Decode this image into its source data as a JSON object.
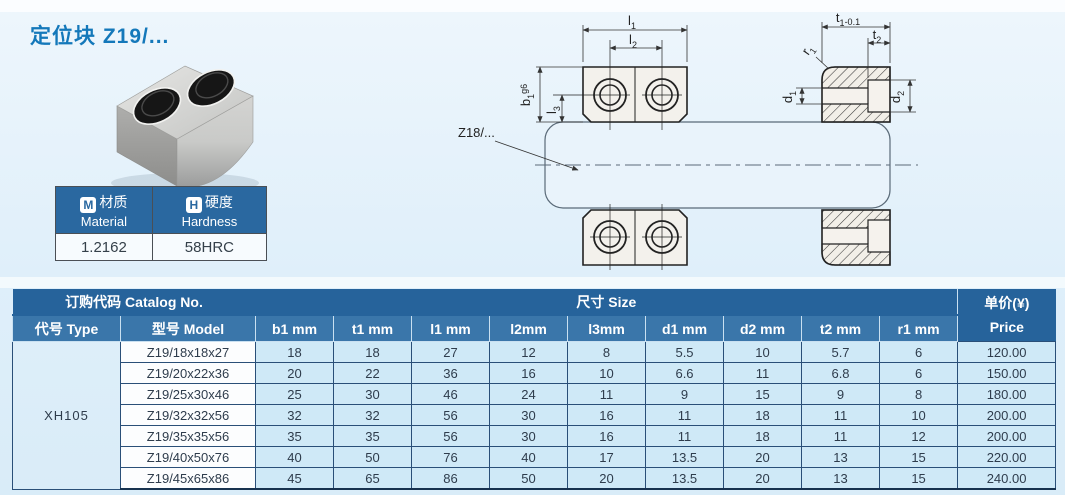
{
  "page": {
    "title": "定位块 Z19/...",
    "colors": {
      "accent": "#1478ba",
      "header_blue": "#26639b",
      "subheader_blue": "#3a76aa",
      "cell_blue": "#cfe9f7",
      "background": "#dfeffa"
    }
  },
  "material_table": {
    "columns": [
      {
        "badge": "M",
        "zh": "材质",
        "en": "Material",
        "value": "1.2162"
      },
      {
        "badge": "H",
        "zh": "硬度",
        "en": "Hardness",
        "value": "58HRC"
      }
    ]
  },
  "drawing": {
    "ref_label": "Z18/...",
    "dims": {
      "l1": {
        "base": "l",
        "sub": "1"
      },
      "l2": {
        "base": "l",
        "sub": "2"
      },
      "l3": {
        "base": "l",
        "sub": "3"
      },
      "b1": {
        "base": "b",
        "sub": "1",
        "tol": "g6"
      },
      "t1": {
        "base": "t",
        "sub": "1",
        "tol": "-0.1"
      },
      "t2": {
        "base": "t",
        "sub": "2"
      },
      "r1": {
        "base": "r",
        "sub": "1"
      },
      "d1": {
        "base": "d",
        "sub": "1"
      },
      "d2": {
        "base": "d",
        "sub": "2"
      }
    }
  },
  "table": {
    "header": {
      "catalog": "订购代码 Catalog No.",
      "size": "尺寸 Size",
      "price_zh": "单价(¥)",
      "price_en": "Price",
      "type": "代号 Type",
      "model": "型号 Model",
      "dims": [
        "b1 mm",
        "t1 mm",
        "l1 mm",
        "l2mm",
        "l3mm",
        "d1 mm",
        "d2 mm",
        "t2 mm",
        "r1 mm"
      ]
    },
    "type_code": "XH105",
    "rows": [
      {
        "model": "Z19/18x18x27",
        "values": [
          "18",
          "18",
          "27",
          "12",
          "8",
          "5.5",
          "10",
          "5.7",
          "6"
        ],
        "price": "120.00"
      },
      {
        "model": "Z19/20x22x36",
        "values": [
          "20",
          "22",
          "36",
          "16",
          "10",
          "6.6",
          "11",
          "6.8",
          "6"
        ],
        "price": "150.00"
      },
      {
        "model": "Z19/25x30x46",
        "values": [
          "25",
          "30",
          "46",
          "24",
          "11",
          "9",
          "15",
          "9",
          "8"
        ],
        "price": "180.00"
      },
      {
        "model": "Z19/32x32x56",
        "values": [
          "32",
          "32",
          "56",
          "30",
          "16",
          "11",
          "18",
          "11",
          "10"
        ],
        "price": "200.00"
      },
      {
        "model": "Z19/35x35x56",
        "values": [
          "35",
          "35",
          "56",
          "30",
          "16",
          "11",
          "18",
          "11",
          "12"
        ],
        "price": "200.00"
      },
      {
        "model": "Z19/40x50x76",
        "values": [
          "40",
          "50",
          "76",
          "40",
          "17",
          "13.5",
          "20",
          "13",
          "15"
        ],
        "price": "220.00"
      },
      {
        "model": "Z19/45x65x86",
        "values": [
          "45",
          "65",
          "86",
          "50",
          "20",
          "13.5",
          "20",
          "13",
          "15"
        ],
        "price": "240.00"
      }
    ]
  }
}
